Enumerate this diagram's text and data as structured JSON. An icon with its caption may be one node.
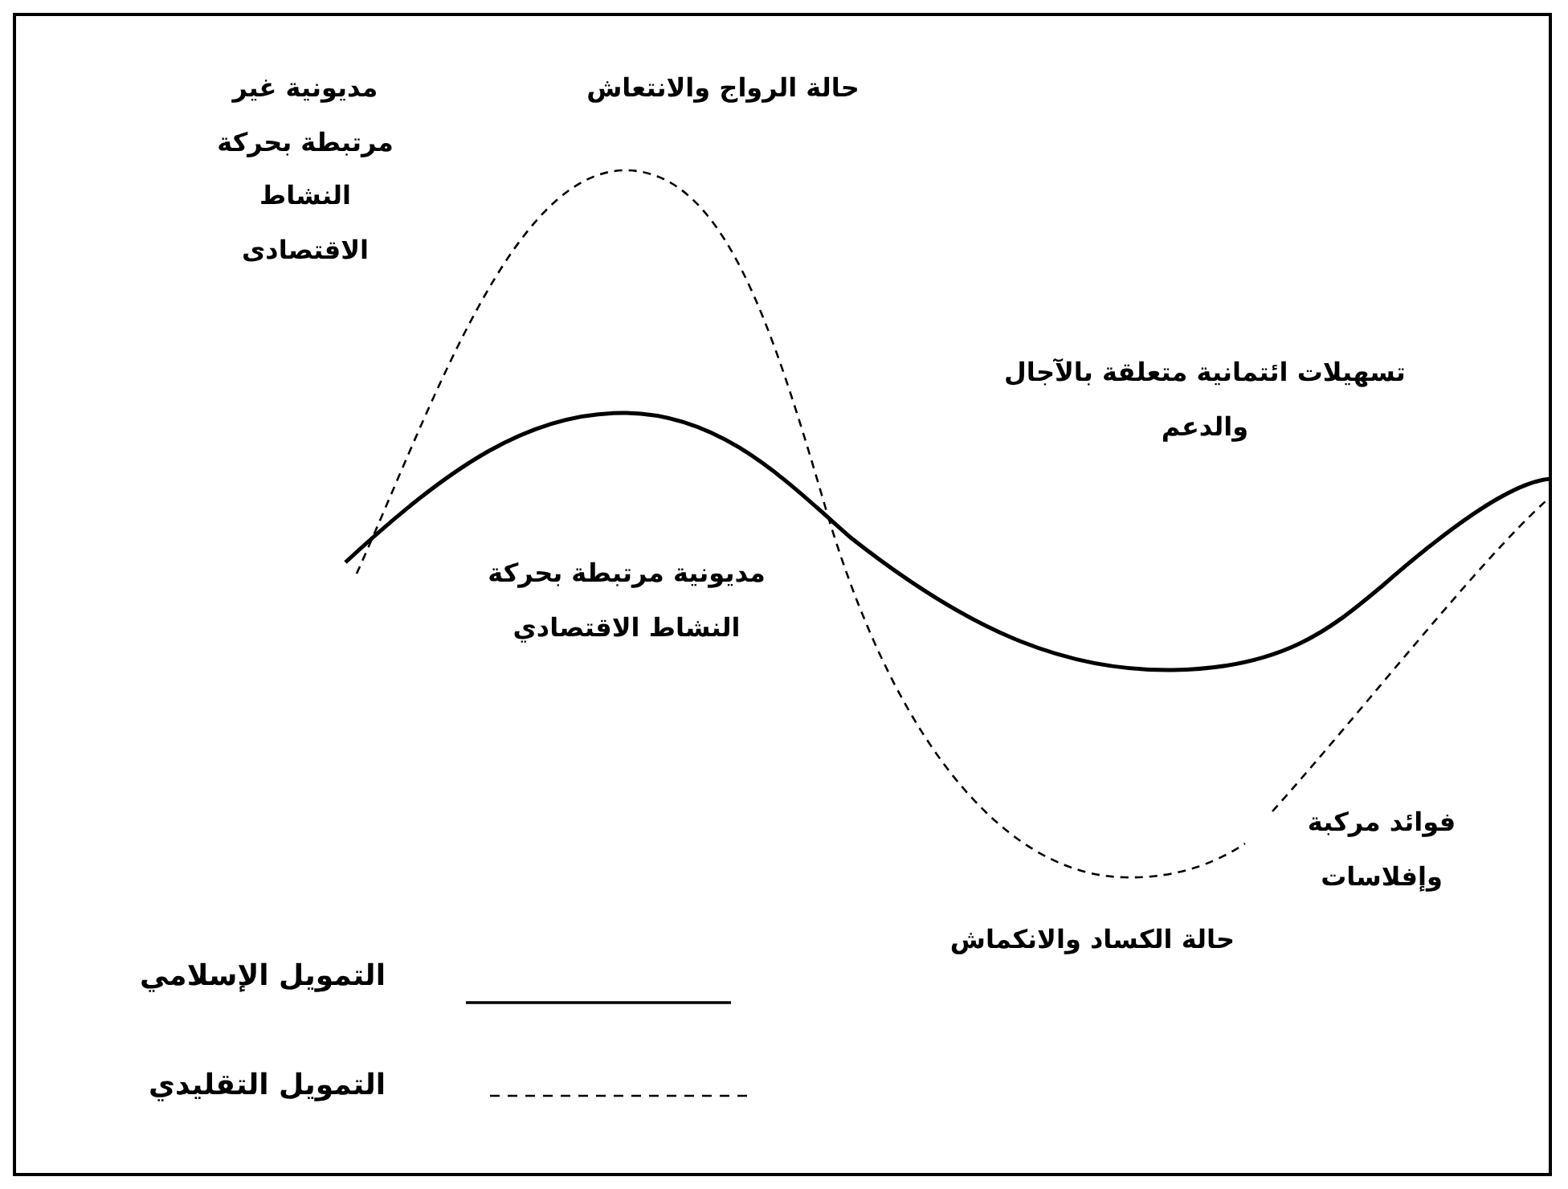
{
  "diagram": {
    "labels": [
      "مديونية غير مرتبطة بحركة النشاط الاقتصادى",
      "حالة الرواج والانتعاش",
      "تسهيلات ائتمانية متعلقة بالآجال والدعم",
      "مديونية مرتبطة بحركة النشاط الاقتصادي",
      "فوائد مركبة وإفلاسات",
      "حالة الكساد والانكماش"
    ],
    "legend": [
      {
        "text": "التمويل الإسلامي"
      },
      {
        "text": "التمويل التقليدي"
      }
    ]
  }
}
